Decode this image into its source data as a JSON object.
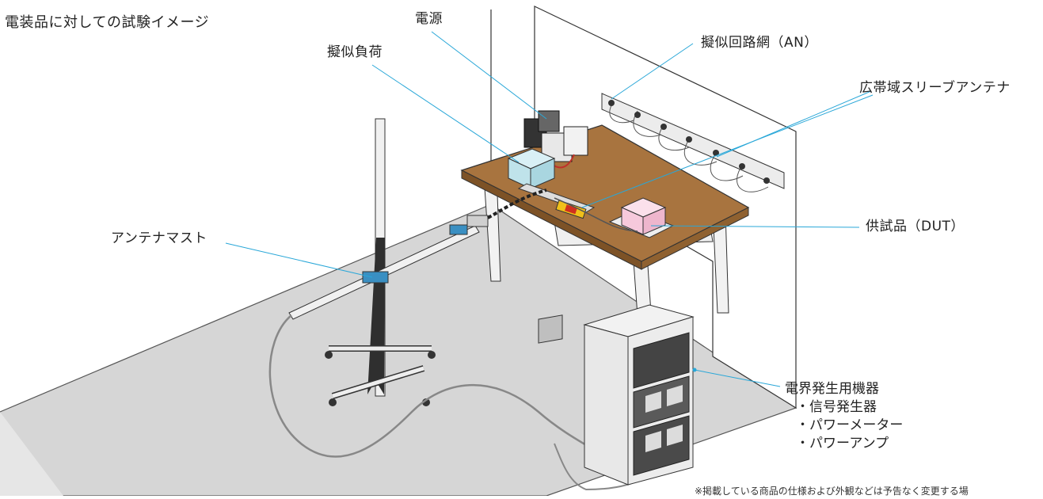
{
  "title": "電装品に対しての試験イメージ",
  "labels": {
    "power": "電源",
    "dummy_load": "擬似負荷",
    "ansn": "擬似回路網（AN）",
    "antenna": "広帯域スリーブアンテナ",
    "dut": "供試品（DUT）",
    "mast": "アンテナマスト"
  },
  "equipment": {
    "heading": "電界発生用機器",
    "items": [
      "・信号発生器",
      "・パワーメーター",
      "・パワーアンプ"
    ]
  },
  "footnote": "※掲載している商品の仕様および外観などは予告なく変更する場",
  "colors": {
    "leader": "#29a7d8",
    "table_top": "#a8743f",
    "dummy_load_box": "#bfe3ea",
    "dut_box": "#f6c9dc",
    "floor": "#d5d5d5"
  }
}
